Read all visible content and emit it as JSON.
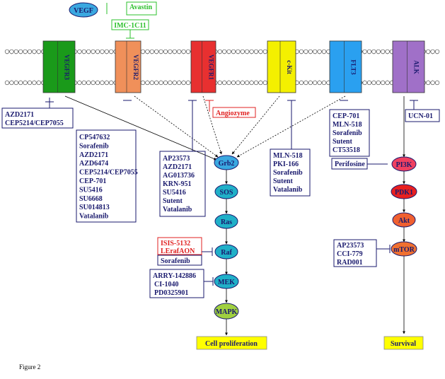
{
  "top_ligands": {
    "vegf": "VEGF",
    "avastin": "Avastin",
    "imc": "IMC-1C11"
  },
  "receptors": [
    {
      "label": "VEGFR3",
      "color": "#1a9a1a"
    },
    {
      "label": "VEGFR2",
      "color": "#f0905a"
    },
    {
      "label": "VEGFR1",
      "color": "#e83030"
    },
    {
      "label": "c-Kit",
      "color": "#f4f000"
    },
    {
      "label": "FLT3",
      "color": "#2aa0f0"
    },
    {
      "label": "ALK",
      "color": "#a070c8"
    }
  ],
  "inhibitor_boxes": {
    "vegfr3": [
      "AZD2171",
      "CEP5214/CEP7055"
    ],
    "vegfr2": [
      "CP547632",
      "Sorafenib",
      "AZD2171",
      "AZD6474",
      "CEP5214/CEP7055",
      "CEP-701",
      "SU5416",
      "SU6668",
      "SU014813",
      "Vatalanib"
    ],
    "vegfr1": [
      "AP23573",
      "AZD2171",
      "AG013736",
      "KRN-951",
      "SU5416",
      "Sutent",
      "Vatalanib"
    ],
    "angiozyme": "Angiozyme",
    "ckit": [
      "MLN-518",
      "PKI-166",
      "Sorafenib",
      "Sutent",
      "Vatalanib"
    ],
    "flt3": [
      "CEP-701",
      "MLN-518",
      "Sorafenib",
      "Sutent",
      "CT53518"
    ],
    "perifosine": "Perifosine",
    "ucn": "UCN-01",
    "raf_red": [
      "ISIS-5132",
      "LErafAON"
    ],
    "raf_blue": "Sorafenib",
    "mek": [
      "ARRY-142886",
      "CI-1040",
      "PD0325901"
    ],
    "mtor": [
      "AP23573",
      "CCI-779",
      "RAD001"
    ]
  },
  "pathway_left": [
    "Grb2",
    "SOS",
    "Ras",
    "Raf",
    "MEK",
    "MAPK"
  ],
  "pathway_right": [
    "PI3K",
    "PDK1",
    "Akt",
    "mTOR"
  ],
  "outcomes": {
    "left": "Cell proliferation",
    "right": "Survival"
  },
  "caption": "Figure 2",
  "colors": {
    "navy": "#1a1a6e",
    "red": "#e02020",
    "green": "#2cc02c",
    "yellow": "#ffff00",
    "teal": "#20b0c8",
    "grb2": "#3aa8e0",
    "pi3k": "#f04060",
    "pdk1": "#e82020",
    "akt": "#f06030",
    "mtor": "#f07030"
  }
}
